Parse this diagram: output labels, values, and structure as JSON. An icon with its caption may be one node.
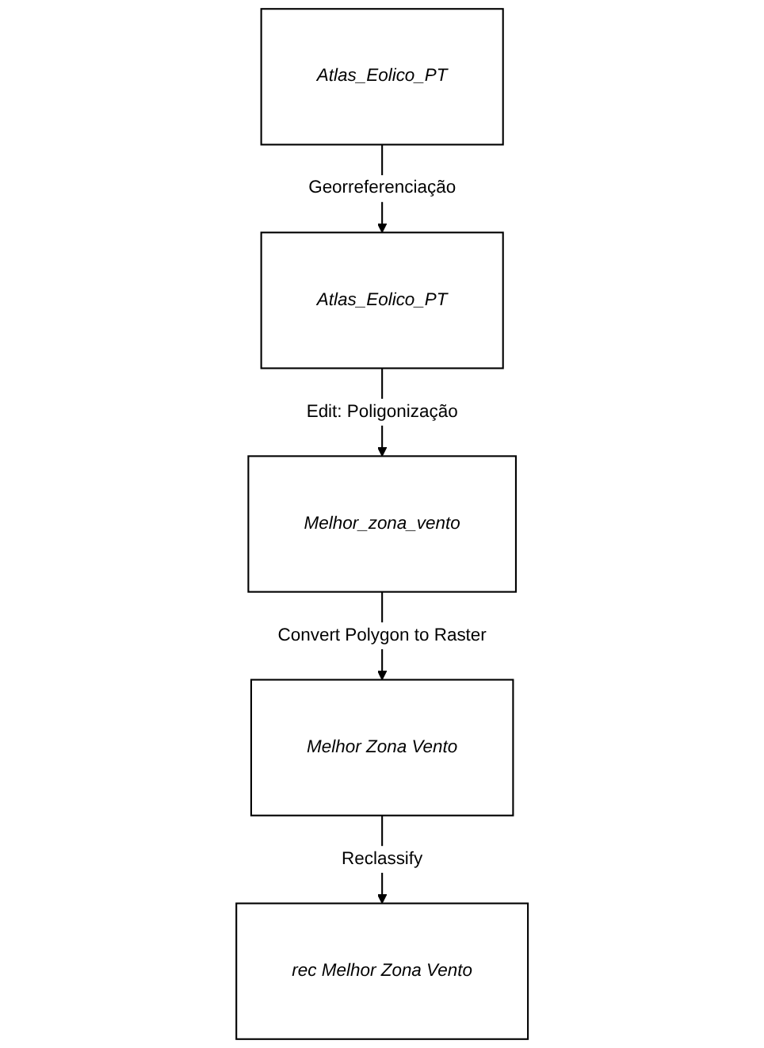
{
  "diagram": {
    "nodes": [
      {
        "text": [
          "Atlas_Eolico_PT"
        ]
      },
      {
        "text": [
          "Atlas_Eolico_PT"
        ]
      },
      {
        "text": [
          "Melhor_zona_vento"
        ]
      },
      {
        "text": [
          "Melhor Zona Vento"
        ]
      },
      {
        "text": [
          "rec Melhor Zona Vento"
        ]
      }
    ],
    "edges": [
      {
        "from": 0,
        "to": 1,
        "arrow": "to",
        "label": "Georreferenciação"
      },
      {
        "from": 1,
        "to": 2,
        "arrow": "to",
        "label": "Edit: Poligonização"
      },
      {
        "from": 2,
        "to": 3,
        "arrow": "to",
        "label": "Convert Polygon to Raster"
      },
      {
        "from": 3,
        "to": 4,
        "arrow": "to",
        "label": "Reclassify"
      }
    ]
  }
}
